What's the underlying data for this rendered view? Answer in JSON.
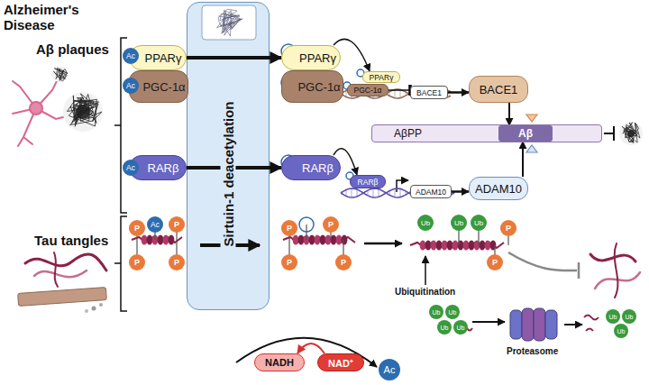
{
  "diagram": {
    "title": "Alzheimer's Disease",
    "nodes": [
      {
        "text": [
          "Sirtuin-1 deacetylation"
        ]
      },
      {
        "text": [
          "PPARγ"
        ]
      },
      {
        "text": [
          "Ac"
        ]
      },
      {
        "text": [
          "PGC-1α"
        ]
      },
      {
        "text": [
          "Ac"
        ]
      },
      {
        "text": [
          "RARβ"
        ]
      },
      {
        "text": [
          "Ac"
        ]
      },
      {
        "text": [
          "PPARγ"
        ]
      },
      {
        "text": [
          "PGC-1α"
        ]
      },
      {
        "text": [
          "PPARγ"
        ]
      },
      {
        "text": [
          "PGC-1α"
        ]
      },
      {
        "text": [
          "BACE1"
        ]
      },
      {
        "text": [
          "BACE1"
        ]
      },
      {
        "text": [
          "AβPP"
        ]
      },
      {
        "text": [
          "Aβ"
        ],
        "in": 13
      },
      {
        "text": [
          "RARβ"
        ]
      },
      {
        "text": [
          "RARβ"
        ]
      },
      {
        "text": [
          "ADAM10"
        ]
      },
      {
        "text": [
          "ADAM10"
        ]
      },
      {
        "text": [
          "Ac"
        ]
      },
      {
        "text": [
          "P"
        ]
      },
      {
        "text": [
          "P"
        ]
      },
      {
        "text": [
          "P"
        ]
      },
      {
        "text": [
          "P"
        ]
      },
      {
        "text": [
          "P"
        ]
      },
      {
        "text": [
          "P"
        ]
      },
      {
        "text": [
          "P"
        ]
      },
      {
        "text": [
          "P"
        ]
      },
      {
        "text": [
          "Ub"
        ]
      },
      {
        "text": [
          "Ub"
        ]
      },
      {
        "text": [
          "Ub"
        ]
      },
      {
        "text": [
          "P"
        ]
      },
      {
        "text": [
          "P"
        ]
      },
      {
        "text": [
          "Ub"
        ]
      },
      {
        "text": [
          "Ub"
        ]
      },
      {
        "text": [
          "Ub"
        ]
      },
      {
        "text": [
          "Ub"
        ]
      },
      {
        "text": [
          "Ub"
        ]
      },
      {
        "text": [
          "Ub"
        ]
      },
      {
        "text": [
          "Ub"
        ]
      },
      {
        "text": [
          "NADH"
        ]
      },
      {
        "text": [
          "NAD⁺"
        ]
      },
      {
        "text": [
          "Ac"
        ]
      }
    ],
    "edges": [
      {
        "from": 1,
        "to": 7,
        "arrow": "to"
      },
      {
        "from": 5,
        "to": 15,
        "arrow": "to"
      },
      {
        "from": 7,
        "to": 9,
        "arrow": "to"
      },
      {
        "from": 15,
        "to": 16,
        "arrow": "to"
      },
      {
        "from": 10,
        "to": 11,
        "arrow": "to"
      },
      {
        "from": 11,
        "to": 12,
        "arrow": "to"
      },
      {
        "from": 17,
        "to": 18,
        "arrow": "to"
      },
      {
        "from": 12,
        "to": 14,
        "arrow": "to"
      },
      {
        "from": 18,
        "to": 14,
        "arrow": "to"
      },
      {
        "from": 41,
        "to": 40,
        "arrow": "to"
      }
    ],
    "labels": [
      "Aβ plaques",
      "Tau tangles",
      "Ubiquitination",
      "Proteasome"
    ]
  }
}
